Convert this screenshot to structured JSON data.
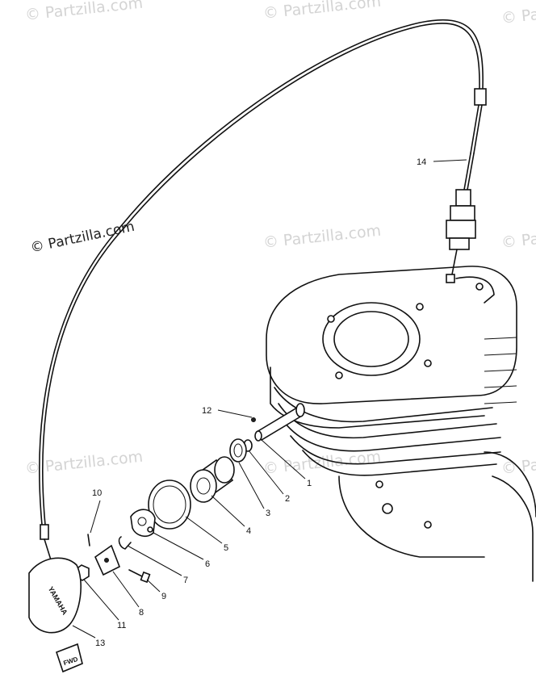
{
  "watermarks": {
    "text": "© Partzilla.com",
    "strong": "© Partzilla.com"
  },
  "callouts": {
    "c1": "1",
    "c2": "2",
    "c3": "3",
    "c4": "4",
    "c5": "5",
    "c6": "6",
    "c7": "7",
    "c8": "8",
    "c9": "9",
    "c10": "10",
    "c11": "11",
    "c12": "12",
    "c13": "13",
    "c14": "14"
  },
  "cover_brand": "YAMAHA",
  "fwd_label": "FWD",
  "colors": {
    "ink": "#111111",
    "watermark": "#d4d4d4"
  }
}
